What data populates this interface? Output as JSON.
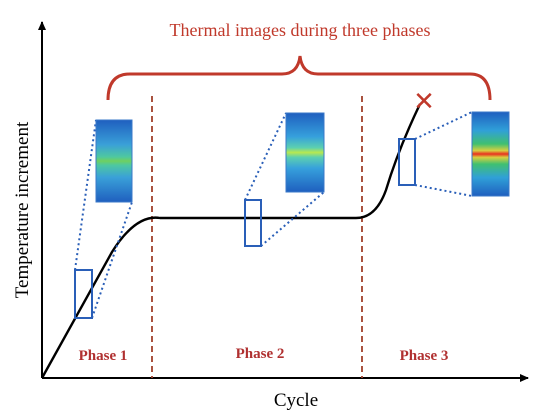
{
  "title": "Thermal images during three phases",
  "xlabel": "Cycle",
  "ylabel": "Temperature increment",
  "phases": [
    {
      "label": "Phase 1"
    },
    {
      "label": "Phase 2"
    },
    {
      "label": "Phase 3"
    }
  ],
  "failure_mark": "✕",
  "colors": {
    "title_red": "#c0392b",
    "phase_label": "#b03030",
    "divider": "#a0402a",
    "zoom_blue": "#2a5fb8",
    "curve": "#000000",
    "axis": "#000000"
  }
}
